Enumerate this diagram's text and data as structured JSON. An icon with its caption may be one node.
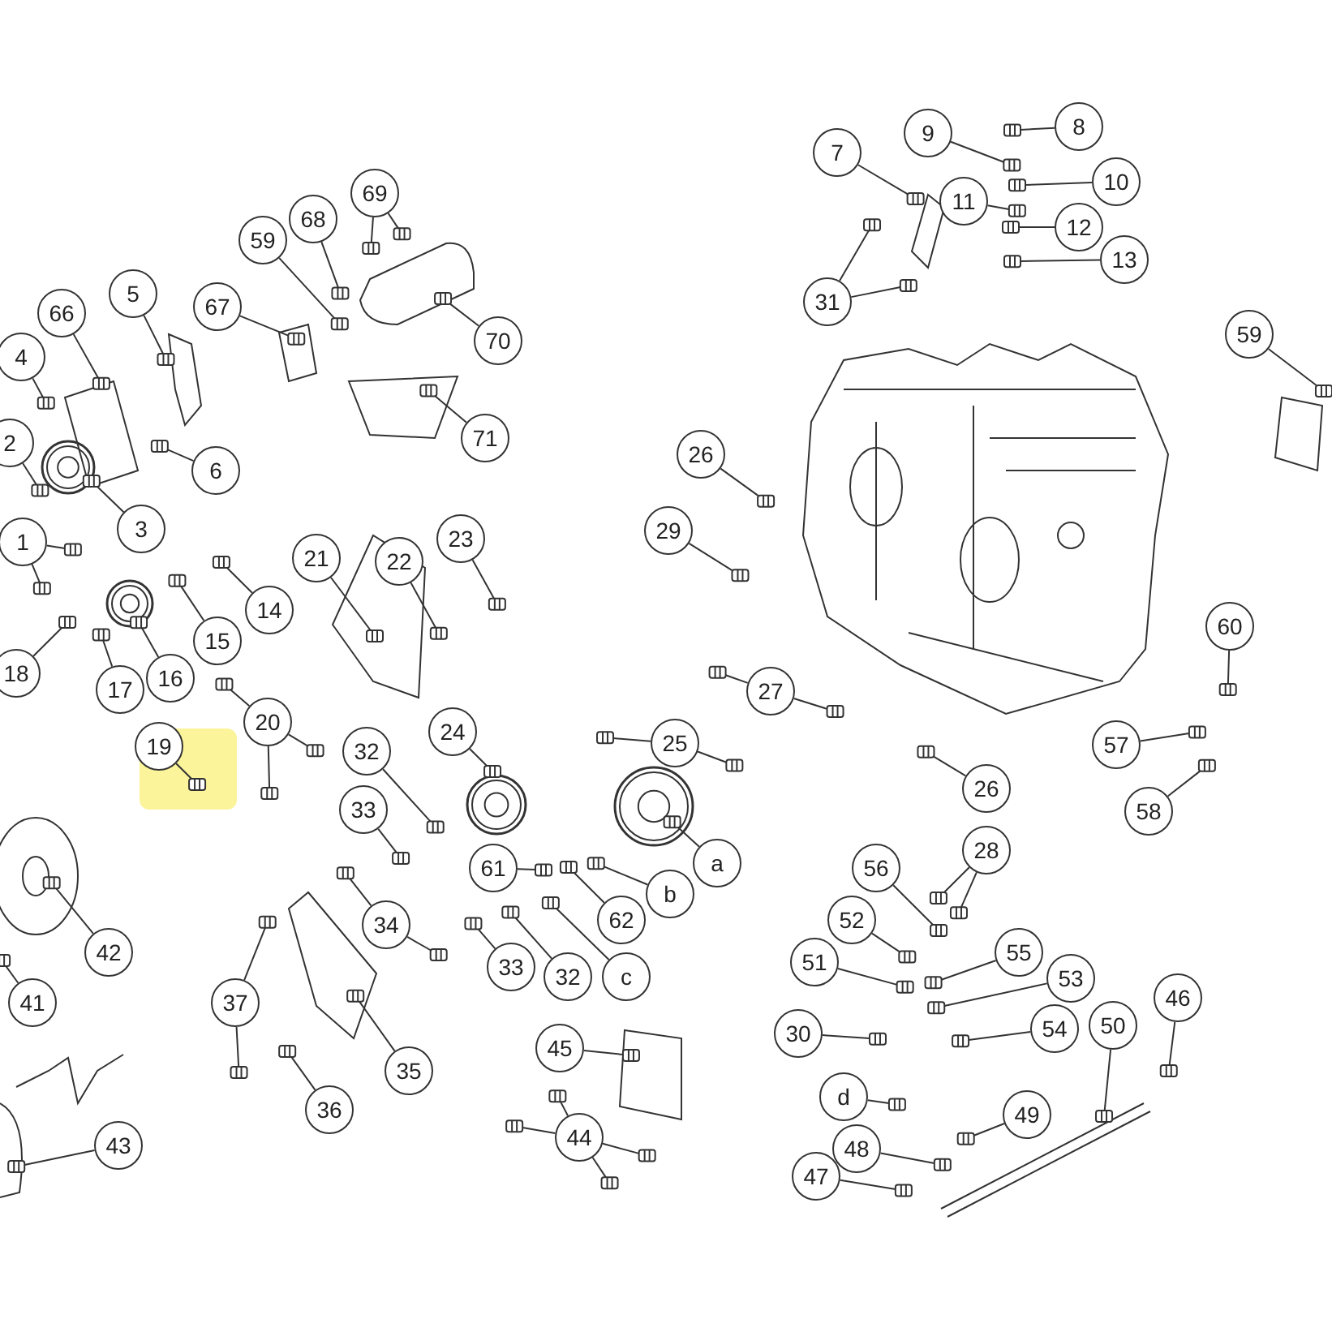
{
  "diagram": {
    "nodes": [
      {
        "text": [
          "8"
        ]
      },
      {
        "text": [
          "9"
        ]
      },
      {
        "text": [
          "7"
        ]
      },
      {
        "text": [
          "11"
        ]
      },
      {
        "text": [
          "10"
        ]
      },
      {
        "text": [
          "12"
        ]
      },
      {
        "text": [
          "13"
        ]
      },
      {
        "text": [
          "69"
        ]
      },
      {
        "text": [
          "68"
        ]
      },
      {
        "text": [
          "31"
        ]
      },
      {
        "text": [
          "59"
        ]
      },
      {
        "text": [
          "67"
        ]
      },
      {
        "text": [
          "5"
        ]
      },
      {
        "text": [
          "66"
        ]
      },
      {
        "text": [
          "70"
        ]
      },
      {
        "text": [
          "59"
        ]
      },
      {
        "text": [
          "4"
        ]
      },
      {
        "text": [
          "71"
        ]
      },
      {
        "text": [
          "2"
        ]
      },
      {
        "text": [
          "26"
        ]
      },
      {
        "text": [
          "6"
        ]
      },
      {
        "text": [
          "3"
        ]
      },
      {
        "text": [
          "1"
        ]
      },
      {
        "text": [
          "29"
        ]
      },
      {
        "text": [
          "22"
        ]
      },
      {
        "text": [
          "21"
        ]
      },
      {
        "text": [
          "23"
        ]
      },
      {
        "text": [
          "14"
        ]
      },
      {
        "text": [
          "60"
        ]
      },
      {
        "text": [
          "15"
        ]
      },
      {
        "text": [
          "18"
        ]
      },
      {
        "text": [
          "17"
        ]
      },
      {
        "text": [
          "16"
        ]
      },
      {
        "text": [
          "27"
        ]
      },
      {
        "text": [
          "20"
        ]
      },
      {
        "text": [
          "24"
        ]
      },
      {
        "text": [
          "25"
        ]
      },
      {
        "text": [
          "19"
        ]
      },
      {
        "text": [
          "57"
        ]
      },
      {
        "text": [
          "32"
        ]
      },
      {
        "text": [
          "26"
        ]
      },
      {
        "text": [
          "58"
        ]
      },
      {
        "text": [
          "33"
        ]
      },
      {
        "text": [
          "a"
        ]
      },
      {
        "text": [
          "28"
        ]
      },
      {
        "text": [
          "61"
        ]
      },
      {
        "text": [
          "b"
        ]
      },
      {
        "text": [
          "56"
        ]
      },
      {
        "text": [
          "62"
        ]
      },
      {
        "text": [
          "52"
        ]
      },
      {
        "text": [
          "42"
        ]
      },
      {
        "text": [
          "34"
        ]
      },
      {
        "text": [
          "51"
        ]
      },
      {
        "text": [
          "55"
        ]
      },
      {
        "text": [
          "33"
        ]
      },
      {
        "text": [
          "32"
        ]
      },
      {
        "text": [
          "c"
        ]
      },
      {
        "text": [
          "53"
        ]
      },
      {
        "text": [
          "37"
        ]
      },
      {
        "text": [
          "41"
        ]
      },
      {
        "text": [
          "30"
        ]
      },
      {
        "text": [
          "50"
        ]
      },
      {
        "text": [
          "54"
        ]
      },
      {
        "text": [
          "46"
        ]
      },
      {
        "text": [
          "45"
        ]
      },
      {
        "text": [
          "35"
        ]
      },
      {
        "text": [
          "d"
        ]
      },
      {
        "text": [
          "36"
        ]
      },
      {
        "text": [
          "49"
        ]
      },
      {
        "text": [
          "44"
        ]
      },
      {
        "text": [
          "43"
        ]
      },
      {
        "text": [
          "48"
        ]
      },
      {
        "text": [
          "47"
        ]
      },
      {
        "text": [],
        "shape": "picture"
      },
      {
        "text": [],
        "shape": "picture"
      },
      {
        "text": [],
        "shape": "picture"
      },
      {
        "text": [],
        "shape": "picture"
      },
      {
        "text": [],
        "shape": "picture"
      },
      {
        "text": [],
        "shape": "picture"
      },
      {
        "text": [],
        "shape": "picture"
      },
      {
        "text": [],
        "shape": "picture"
      },
      {
        "text": [],
        "shape": "picture"
      },
      {
        "text": [],
        "shape": "picture"
      },
      {
        "text": [],
        "shape": "picture"
      },
      {
        "text": [],
        "shape": "picture"
      },
      {
        "text": [],
        "shape": "picture"
      },
      {
        "text": [],
        "shape": "picture"
      },
      {
        "text": [],
        "shape": "picture"
      },
      {
        "text": [],
        "shape": "picture"
      },
      {
        "text": [],
        "shape": "picture"
      },
      {
        "text": [],
        "shape": "picture"
      },
      {
        "text": [],
        "shape": "picture"
      },
      {
        "text": [],
        "shape": "picture"
      },
      {
        "text": [],
        "shape": "picture"
      },
      {
        "text": [],
        "shape": "picture"
      },
      {
        "text": [],
        "shape": "picture"
      },
      {
        "text": [],
        "shape": "picture"
      },
      {
        "text": [],
        "shape": "picture"
      },
      {
        "text": [],
        "shape": "picture"
      },
      {
        "text": [],
        "shape": "picture"
      },
      {
        "text": [],
        "shape": "picture"
      },
      {
        "text": [],
        "shape": "picture"
      },
      {
        "text": [],
        "shape": "picture"
      },
      {
        "text": [],
        "shape": "picture"
      },
      {
        "text": [],
        "shape": "picture"
      },
      {
        "text": [],
        "shape": "picture"
      },
      {
        "text": [],
        "shape": "picture"
      },
      {
        "text": [],
        "shape": "picture"
      },
      {
        "text": [],
        "shape": "picture"
      },
      {
        "text": [],
        "shape": "picture"
      },
      {
        "text": [],
        "shape": "picture"
      },
      {
        "text": [],
        "shape": "picture"
      },
      {
        "text": [],
        "shape": "picture"
      },
      {
        "text": [],
        "shape": "picture"
      },
      {
        "text": [],
        "shape": "picture"
      },
      {
        "text": [],
        "shape": "picture"
      },
      {
        "text": [],
        "shape": "picture"
      },
      {
        "text": [],
        "shape": "picture"
      },
      {
        "text": [],
        "shape": "picture"
      },
      {
        "text": [],
        "shape": "picture"
      },
      {
        "text": [],
        "shape": "picture"
      },
      {
        "text": [],
        "shape": "picture"
      },
      {
        "text": [],
        "shape": "picture"
      },
      {
        "text": [],
        "shape": "picture"
      },
      {
        "text": [],
        "shape": "picture"
      },
      {
        "text": [],
        "shape": "picture"
      },
      {
        "text": [],
        "shape": "picture"
      },
      {
        "text": [],
        "shape": "picture"
      },
      {
        "text": [],
        "shape": "picture"
      },
      {
        "text": [],
        "shape": "picture"
      },
      {
        "text": [],
        "shape": "picture"
      },
      {
        "text": [],
        "shape": "picture"
      },
      {
        "text": [],
        "shape": "picture"
      },
      {
        "text": [],
        "shape": "picture"
      },
      {
        "text": [],
        "shape": "picture"
      },
      {
        "text": [],
        "shape": "picture"
      },
      {
        "text": [],
        "shape": "picture"
      },
      {
        "text": [],
        "shape": "picture"
      },
      {
        "text": [],
        "shape": "picture"
      },
      {
        "text": [],
        "shape": "picture"
      },
      {
        "text": [],
        "shape": "picture"
      },
      {
        "text": [],
        "shape": "picture"
      },
      {
        "text": [],
        "shape": "picture"
      },
      {
        "text": [],
        "shape": "picture"
      },
      {
        "text": [],
        "shape": "picture"
      },
      {
        "text": [],
        "shape": "picture"
      },
      {
        "text": [],
        "shape": "picture"
      },
      {
        "text": [],
        "shape": "picture"
      },
      {
        "text": [],
        "shape": "picture"
      },
      {
        "text": [],
        "shape": "picture"
      },
      {
        "text": [],
        "shape": "picture"
      },
      {
        "text": [],
        "shape": "picture"
      },
      {
        "text": [],
        "shape": "picture"
      },
      {
        "text": [],
        "shape": "picture"
      },
      {
        "text": [],
        "shape": "picture"
      },
      {
        "text": [],
        "shape": "picture"
      },
      {
        "text": [],
        "shape": "picture"
      },
      {
        "text": [],
        "shape": "picture"
      },
      {
        "text": [],
        "shape": "picture"
      }
    ],
    "edges": [
      {
        "from": 0,
        "to": 73,
        "arrow": "none"
      },
      {
        "from": 1,
        "to": 74,
        "arrow": "none"
      },
      {
        "from": 2,
        "to": 75,
        "arrow": "none"
      },
      {
        "from": 3,
        "to": 76,
        "arrow": "none"
      },
      {
        "from": 4,
        "to": 77,
        "arrow": "none"
      },
      {
        "from": 5,
        "to": 78,
        "arrow": "none"
      },
      {
        "from": 6,
        "to": 79,
        "arrow": "none"
      },
      {
        "from": 7,
        "to": 80,
        "arrow": "none"
      },
      {
        "from": 7,
        "to": 81,
        "arrow": "none"
      },
      {
        "from": 8,
        "to": 82,
        "arrow": "none"
      },
      {
        "from": 9,
        "to": 83,
        "arrow": "none"
      },
      {
        "from": 9,
        "to": 84,
        "arrow": "none"
      },
      {
        "from": 10,
        "to": 85,
        "arrow": "none"
      },
      {
        "from": 11,
        "to": 86,
        "arrow": "none"
      },
      {
        "from": 12,
        "to": 87,
        "arrow": "none"
      },
      {
        "from": 13,
        "to": 88,
        "arrow": "none"
      },
      {
        "from": 14,
        "to": 89,
        "arrow": "none"
      },
      {
        "from": 15,
        "to": 90,
        "arrow": "none"
      },
      {
        "from": 16,
        "to": 91,
        "arrow": "none"
      },
      {
        "from": 17,
        "to": 92,
        "arrow": "none"
      },
      {
        "from": 18,
        "to": 93,
        "arrow": "none"
      },
      {
        "from": 19,
        "to": 94,
        "arrow": "none"
      },
      {
        "from": 20,
        "to": 95,
        "arrow": "none"
      },
      {
        "from": 21,
        "to": 96,
        "arrow": "none"
      },
      {
        "from": 22,
        "to": 97,
        "arrow": "none"
      },
      {
        "from": 22,
        "to": 98,
        "arrow": "none"
      },
      {
        "from": 23,
        "to": 99,
        "arrow": "none"
      },
      {
        "from": 24,
        "to": 100,
        "arrow": "none"
      },
      {
        "from": 25,
        "to": 101,
        "arrow": "none"
      },
      {
        "from": 26,
        "to": 102,
        "arrow": "none"
      },
      {
        "from": 27,
        "to": 103,
        "arrow": "none"
      },
      {
        "from": 28,
        "to": 104,
        "arrow": "none"
      },
      {
        "from": 29,
        "to": 105,
        "arrow": "none"
      },
      {
        "from": 30,
        "to": 106,
        "arrow": "none"
      },
      {
        "from": 31,
        "to": 107,
        "arrow": "none"
      },
      {
        "from": 32,
        "to": 108,
        "arrow": "none"
      },
      {
        "from": 33,
        "to": 109,
        "arrow": "none"
      },
      {
        "from": 33,
        "to": 110,
        "arrow": "none"
      },
      {
        "from": 34,
        "to": 111,
        "arrow": "none"
      },
      {
        "from": 34,
        "to": 112,
        "arrow": "none"
      },
      {
        "from": 34,
        "to": 113,
        "arrow": "none"
      },
      {
        "from": 35,
        "to": 114,
        "arrow": "none"
      },
      {
        "from": 36,
        "to": 115,
        "arrow": "none"
      },
      {
        "from": 36,
        "to": 116,
        "arrow": "none"
      },
      {
        "from": 37,
        "to": 117,
        "arrow": "none"
      },
      {
        "from": 38,
        "to": 118,
        "arrow": "none"
      },
      {
        "from": 39,
        "to": 119,
        "arrow": "none"
      },
      {
        "from": 40,
        "to": 120,
        "arrow": "none"
      },
      {
        "from": 41,
        "to": 121,
        "arrow": "none"
      },
      {
        "from": 42,
        "to": 122,
        "arrow": "none"
      },
      {
        "from": 43,
        "to": 123,
        "arrow": "none"
      },
      {
        "from": 44,
        "to": 124,
        "arrow": "none"
      },
      {
        "from": 44,
        "to": 125,
        "arrow": "none"
      },
      {
        "from": 45,
        "to": 126,
        "arrow": "none"
      },
      {
        "from": 46,
        "to": 127,
        "arrow": "none"
      },
      {
        "from": 47,
        "to": 128,
        "arrow": "none"
      },
      {
        "from": 48,
        "to": 129,
        "arrow": "none"
      },
      {
        "from": 49,
        "to": 130,
        "arrow": "none"
      },
      {
        "from": 50,
        "to": 131,
        "arrow": "none"
      },
      {
        "from": 51,
        "to": 132,
        "arrow": "none"
      },
      {
        "from": 51,
        "to": 133,
        "arrow": "none"
      },
      {
        "from": 52,
        "to": 134,
        "arrow": "none"
      },
      {
        "from": 53,
        "to": 135,
        "arrow": "none"
      },
      {
        "from": 54,
        "to": 136,
        "arrow": "none"
      },
      {
        "from": 55,
        "to": 137,
        "arrow": "none"
      },
      {
        "from": 56,
        "to": 138,
        "arrow": "none"
      },
      {
        "from": 57,
        "to": 139,
        "arrow": "none"
      },
      {
        "from": 58,
        "to": 140,
        "arrow": "none"
      },
      {
        "from": 58,
        "to": 141,
        "arrow": "none"
      },
      {
        "from": 59,
        "to": 142,
        "arrow": "none"
      },
      {
        "from": 60,
        "to": 143,
        "arrow": "none"
      },
      {
        "from": 61,
        "to": 144,
        "arrow": "none"
      },
      {
        "from": 62,
        "to": 145,
        "arrow": "none"
      },
      {
        "from": 63,
        "to": 146,
        "arrow": "none"
      },
      {
        "from": 64,
        "to": 147,
        "arrow": "none"
      },
      {
        "from": 65,
        "to": 148,
        "arrow": "none"
      },
      {
        "from": 66,
        "to": 149,
        "arrow": "none"
      },
      {
        "from": 67,
        "to": 150,
        "arrow": "none"
      },
      {
        "from": 68,
        "to": 151,
        "arrow": "none"
      },
      {
        "from": 69,
        "to": 152,
        "arrow": "none"
      },
      {
        "from": 69,
        "to": 153,
        "arrow": "none"
      },
      {
        "from": 69,
        "to": 154,
        "arrow": "none"
      },
      {
        "from": 69,
        "to": 155,
        "arrow": "none"
      },
      {
        "from": 70,
        "to": 156,
        "arrow": "none"
      },
      {
        "from": 71,
        "to": 157,
        "arrow": "none"
      },
      {
        "from": 72,
        "to": 158,
        "arrow": "none"
      }
    ]
  }
}
